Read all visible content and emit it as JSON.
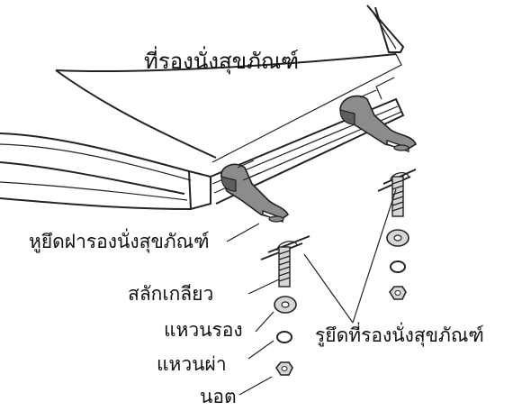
{
  "labels": {
    "seat": "ที่รองนั่งสุขภัณฑ์",
    "lid_hinge": "หูยึดฝารองนั่งสุขภัณฑ์",
    "bolt": "สลักเกลียว",
    "washer": "แหวนรอง",
    "split_washer": "แหวนผ่า",
    "nut": "นอต",
    "mount_hole": "รูยึดที่รองนั่งสุขภัณฑ์"
  },
  "colors": {
    "ink": "#222222",
    "hinge_fill": "#8c8c8c",
    "hinge_shade": "#5e5e5e",
    "part_fill": "#d6d6d6"
  }
}
